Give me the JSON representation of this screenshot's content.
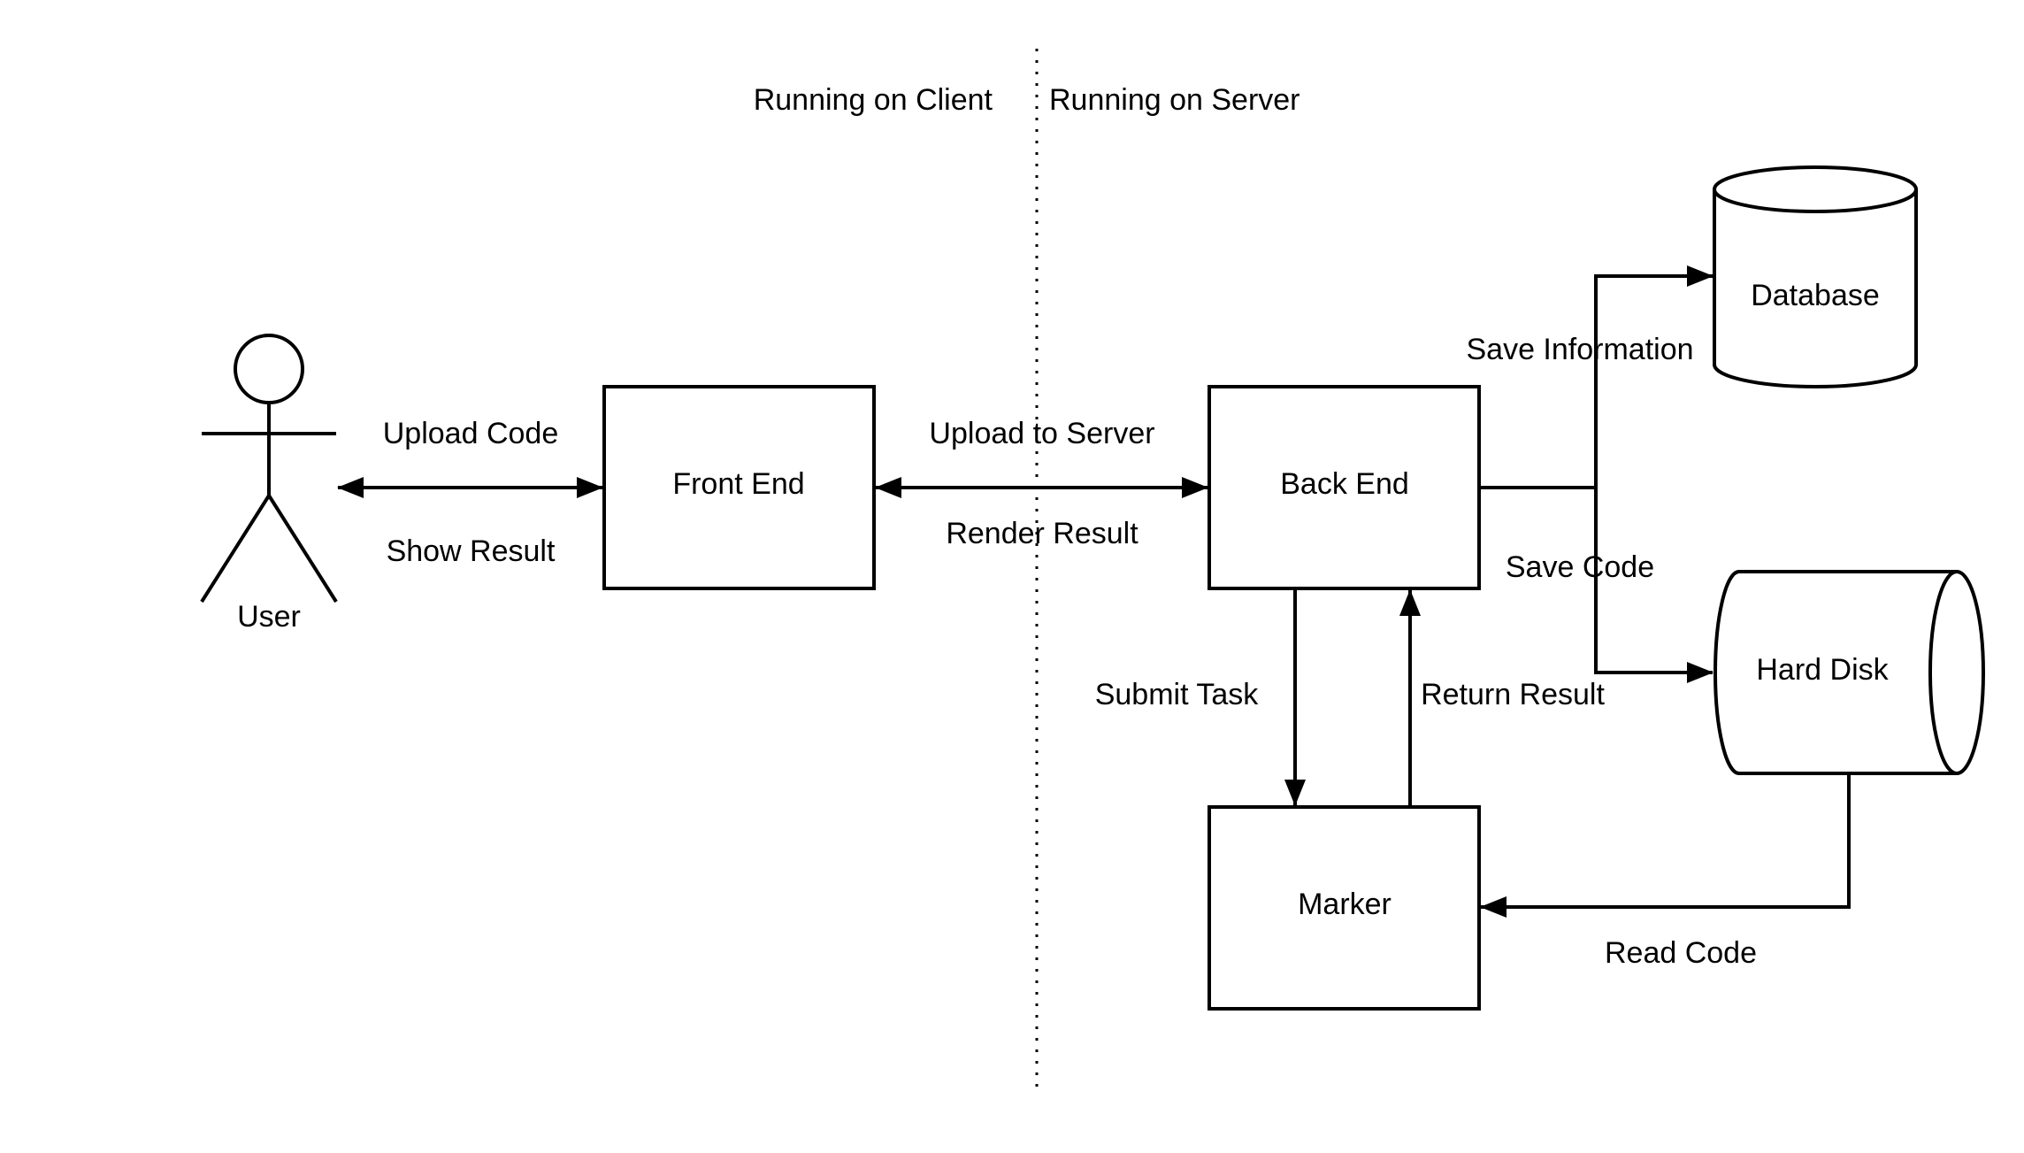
{
  "regions": {
    "client_label": "Running on Client",
    "server_label": "Running on Server"
  },
  "actors": {
    "user": "User"
  },
  "nodes": {
    "front_end": "Front End",
    "back_end": "Back End",
    "marker": "Marker",
    "database": "Database",
    "hard_disk": "Hard Disk"
  },
  "edges": {
    "upload_code": "Upload Code",
    "show_result": "Show Result",
    "upload_to_server": "Upload to Server",
    "render_result": "Render Result",
    "save_information": "Save Information",
    "save_code": "Save Code",
    "submit_task": "Submit Task",
    "return_result": "Return Result",
    "read_code": "Read Code"
  },
  "colors": {
    "stroke": "#000000",
    "background": "#ffffff"
  }
}
